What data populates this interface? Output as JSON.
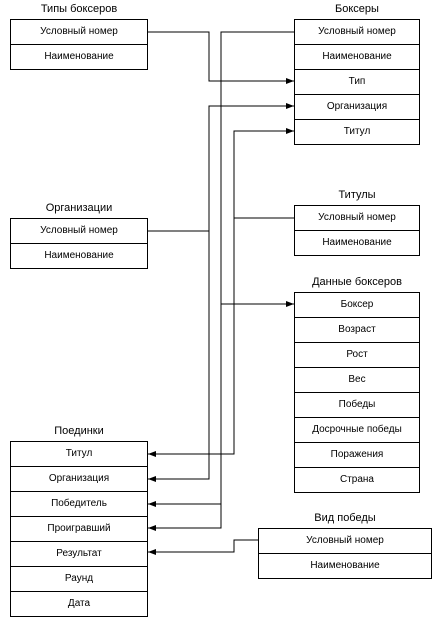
{
  "entities": {
    "boxer_types": {
      "title": "Типы боксеров",
      "fields": [
        "Условный номер",
        "Наименование"
      ]
    },
    "boxers": {
      "title": "Боксеры",
      "fields": [
        "Условный номер",
        "Наименование",
        "Тип",
        "Организация",
        "Титул"
      ]
    },
    "titles": {
      "title": "Титулы",
      "fields": [
        "Условный номер",
        "Наименование"
      ]
    },
    "organizations": {
      "title": "Организации",
      "fields": [
        "Условный номер",
        "Наименование"
      ]
    },
    "boxer_data": {
      "title": "Данные боксеров",
      "fields": [
        "Боксер",
        "Возраст",
        "Рост",
        "Вес",
        "Победы",
        "Досрочные победы",
        "Поражения",
        "Страна"
      ]
    },
    "fights": {
      "title": "Поединки",
      "fields": [
        "Титул",
        "Организация",
        "Победитель",
        "Проигравший",
        "Результат",
        "Раунд",
        "Дата"
      ]
    },
    "win_types": {
      "title": "Вид победы",
      "fields": [
        "Условный номер",
        "Наименование"
      ]
    }
  }
}
